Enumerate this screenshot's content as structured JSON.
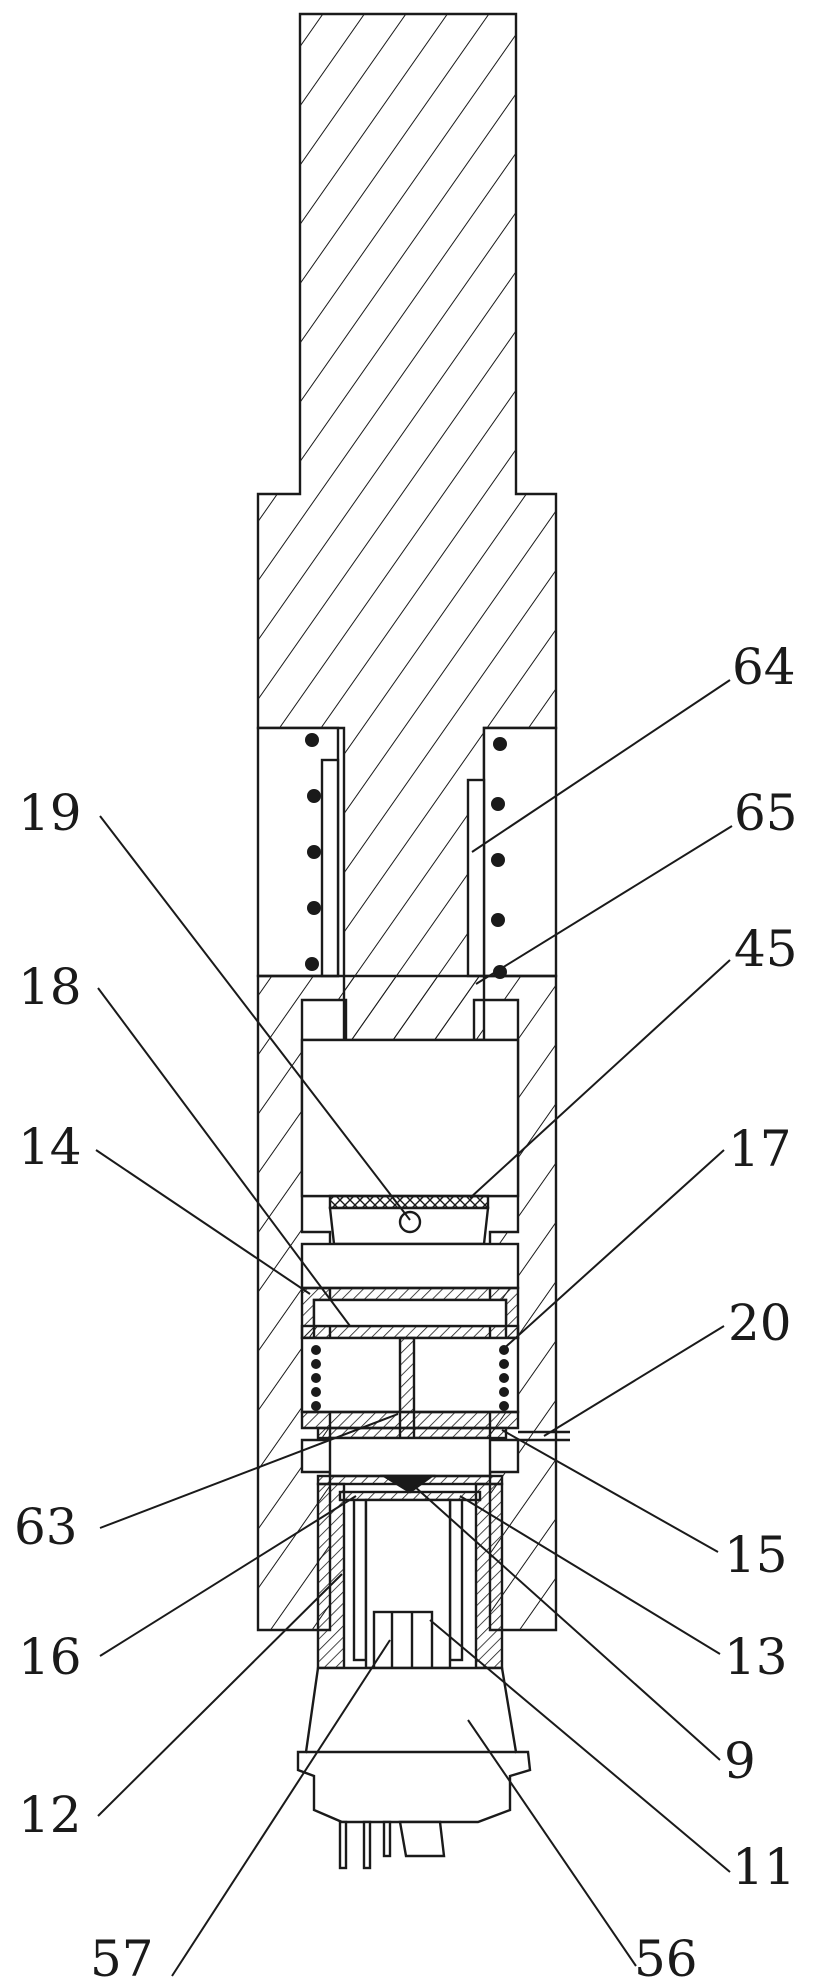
{
  "labels": {
    "l64": "64",
    "l65": "65",
    "l19": "19",
    "l45": "45",
    "l18": "18",
    "l14": "14",
    "l17": "17",
    "l20": "20",
    "l63": "63",
    "l15": "15",
    "l16": "16",
    "l13": "13",
    "l9": "9",
    "l12": "12",
    "l11": "11",
    "l57": "57",
    "l56": "56"
  },
  "colors": {
    "line": "#1a1a1a",
    "background": "#ffffff"
  }
}
